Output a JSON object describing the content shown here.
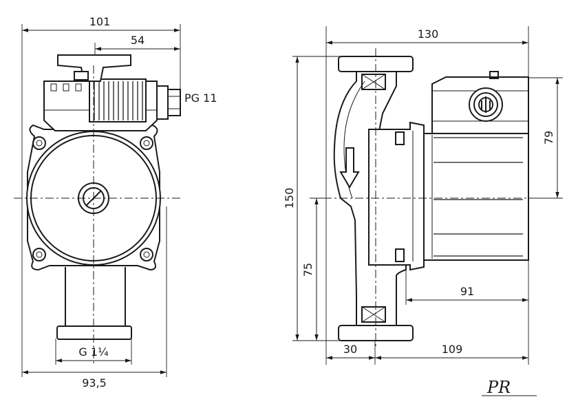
{
  "front_view": {
    "dim_overall_width": "101",
    "dim_terminal_offset": "54",
    "cable_gland": "PG 11",
    "thread": "G 1¼",
    "dim_base_width": "93,5"
  },
  "side_view": {
    "dim_total_length": "130",
    "dim_height": "150",
    "dim_half_height": "75",
    "dim_terminal_height": "79",
    "dim_motor_length": "91",
    "dim_flange_offset": "30",
    "dim_body_length": "109"
  },
  "logo": "PR"
}
